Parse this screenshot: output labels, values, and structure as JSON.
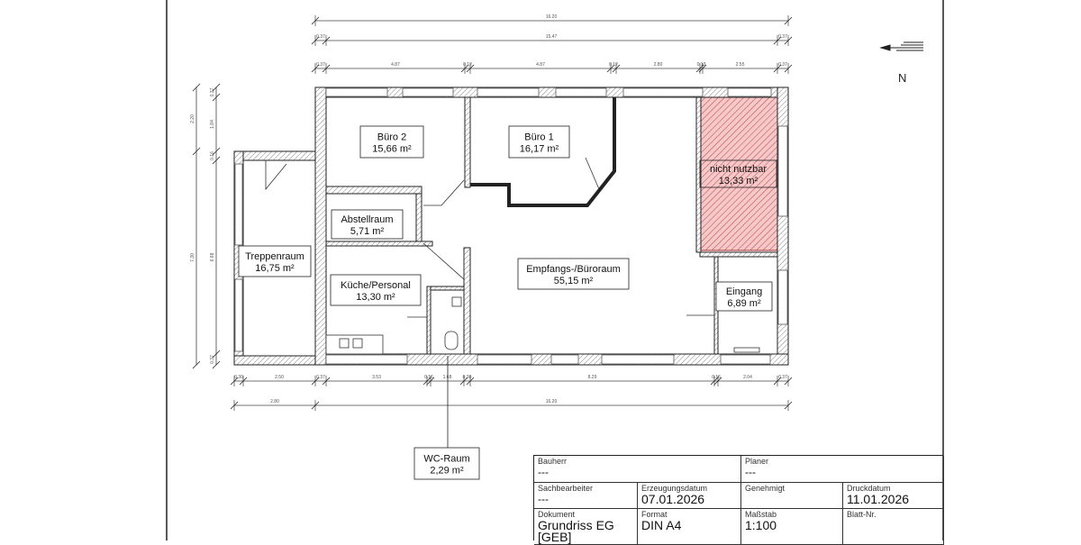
{
  "north_label": "N",
  "rooms": {
    "buero2": {
      "name": "Büro 2",
      "area": "15,66 m²"
    },
    "buero1": {
      "name": "Büro 1",
      "area": "16,17 m²"
    },
    "nicht_nutzbar": {
      "name": "nicht nutzbar",
      "area": "13,33 m²"
    },
    "abstellraum": {
      "name": "Abstellraum",
      "area": "5,71 m²"
    },
    "treppenraum": {
      "name": "Treppenraum",
      "area": "16,75 m²"
    },
    "kueche": {
      "name": "Küche/Personal",
      "area": "13,30 m²"
    },
    "empfang": {
      "name": "Empfangs-/Büroraum",
      "area": "55,15 m²"
    },
    "eingang": {
      "name": "Eingang",
      "area": "6,89 m²"
    },
    "wc": {
      "name": "WC-Raum",
      "area": "2,29 m²"
    }
  },
  "dimensions": {
    "top_total": "16.20",
    "top_inner": "15.47",
    "top_inner_left_wall": "0.37",
    "top_inner_right_wall": "0.37",
    "top_segments": [
      "0.37",
      "4.87",
      "0.12",
      "4.87",
      "0.12",
      "2.80",
      "0.13",
      "2.55",
      "0.37"
    ],
    "left_outer": [
      "2.20",
      "7.30"
    ],
    "left_inner": [
      "0.37",
      "1.84",
      "0.16",
      "6.68",
      "0.37"
    ],
    "bottom_segments": [
      "0.30",
      "2.50",
      "0.37",
      "3.53",
      "0.16",
      "1.68",
      "0.30",
      "8.29",
      "0.16",
      "2.04",
      "0.37"
    ],
    "bottom_total": [
      "2.80",
      "16.20"
    ]
  },
  "hatch_color": "#d03a3a",
  "title_block": {
    "bauherr": {
      "label": "Bauherr",
      "value": "---"
    },
    "planer": {
      "label": "Planer",
      "value": "---"
    },
    "sachbearbeiter": {
      "label": "Sachbearbeiter",
      "value": "---"
    },
    "erzeugungsdatum": {
      "label": "Erzeugungsdatum",
      "value": "07.01.2026"
    },
    "genehmigt": {
      "label": "Genehmigt",
      "value": ""
    },
    "druckdatum": {
      "label": "Druckdatum",
      "value": "11.01.2026"
    },
    "dokument": {
      "label": "Dokument",
      "value": "Grundriss EG [GEB]"
    },
    "format": {
      "label": "Format",
      "value": "DIN A4"
    },
    "massstab": {
      "label": "Maßstab",
      "value": "1:100"
    },
    "blatt": {
      "label": "Blatt-Nr.",
      "value": ""
    }
  }
}
